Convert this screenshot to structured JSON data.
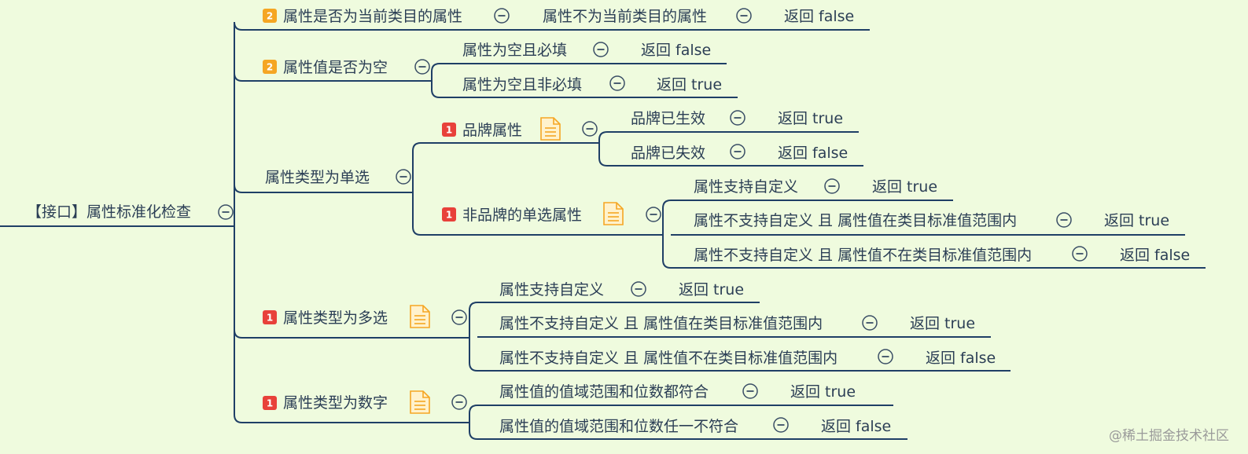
{
  "colors": {
    "background": "#effbde",
    "line": "#1f3f66",
    "text": "#2b3e55",
    "priority1": "#e8413a",
    "priority2": "#f5a623",
    "note": "#f5a623"
  },
  "watermark": "@稀土掘金技术社区",
  "root": {
    "label": "【接口】属性标准化检查"
  },
  "branches": [
    {
      "label": "属性是否为当前类目的属性",
      "priority": "2",
      "children": [
        {
          "label": "属性不为当前类目的属性",
          "result": "返回 false"
        }
      ]
    },
    {
      "label": "属性值是否为空",
      "priority": "2",
      "children": [
        {
          "label": "属性为空且必填",
          "result": "返回 false"
        },
        {
          "label": "属性为空且非必填",
          "result": "返回 true"
        }
      ]
    },
    {
      "label": "属性类型为单选",
      "children": [
        {
          "label": "品牌属性",
          "priority": "1",
          "note": "note-icon",
          "children": [
            {
              "label": "品牌已生效",
              "result": "返回 true"
            },
            {
              "label": "品牌已失效",
              "result": "返回 false"
            }
          ]
        },
        {
          "label": "非品牌的单选属性",
          "priority": "1",
          "note": "note-icon",
          "children": [
            {
              "label": "属性支持自定义",
              "result": "返回 true"
            },
            {
              "label": "属性不支持自定义 且 属性值在类目标准值范围内",
              "result": "返回 true"
            },
            {
              "label": "属性不支持自定义 且 属性值不在类目标准值范围内",
              "result": "返回 false"
            }
          ]
        }
      ]
    },
    {
      "label": "属性类型为多选",
      "priority": "1",
      "note": "note-icon",
      "children": [
        {
          "label": "属性支持自定义",
          "result": "返回 true"
        },
        {
          "label": "属性不支持自定义 且 属性值在类目标准值范围内",
          "result": "返回 true"
        },
        {
          "label": "属性不支持自定义 且 属性值不在类目标准值范围内",
          "result": "返回 false"
        }
      ]
    },
    {
      "label": "属性类型为数字",
      "priority": "1",
      "note": "note-icon",
      "children": [
        {
          "label": "属性值的值域范围和位数都符合",
          "result": "返回 true"
        },
        {
          "label": "属性值的值域范围和位数任一不符合",
          "result": "返回 false"
        }
      ]
    }
  ]
}
